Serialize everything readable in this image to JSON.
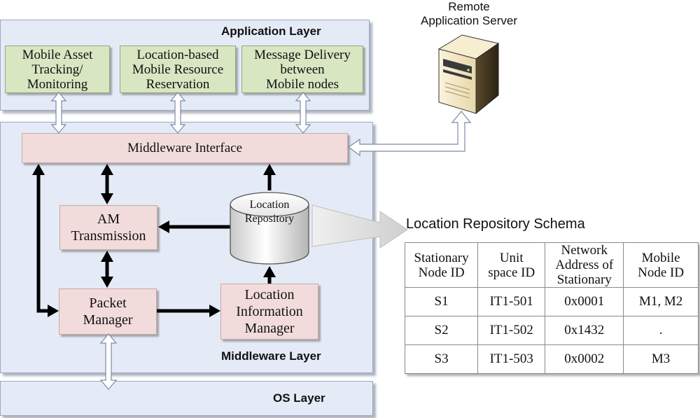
{
  "application_layer": {
    "title": "Application Layer",
    "apps": [
      "Mobile Asset\nTracking/\nMonitoring",
      "Location-based\nMobile Resource\nReservation",
      "Message Delivery\nbetween\nMobile nodes"
    ]
  },
  "middleware_layer": {
    "title": "Middleware Layer",
    "interface": "Middleware Interface",
    "am_transmission": "AM\nTransmission",
    "packet_manager": "Packet\nManager",
    "location_info_manager": "Location\nInformation\nManager",
    "location_repository": "Location\nRepository"
  },
  "os_layer": {
    "title": "OS Layer"
  },
  "server": {
    "label": "Remote\nApplication Server"
  },
  "schema": {
    "title": "Location Repository Schema",
    "headers": [
      "Stationary\nNode ID",
      "Unit\nspace ID",
      "Network\nAddress of\nStationary",
      "Mobile\nNode ID"
    ],
    "rows": [
      [
        "S1",
        "IT1-501",
        "0x0001",
        "M1, M2"
      ],
      [
        "S2",
        "IT1-502",
        "0x1432",
        "."
      ],
      [
        "S3",
        "IT1-503",
        "0x0002",
        "M3"
      ]
    ]
  }
}
